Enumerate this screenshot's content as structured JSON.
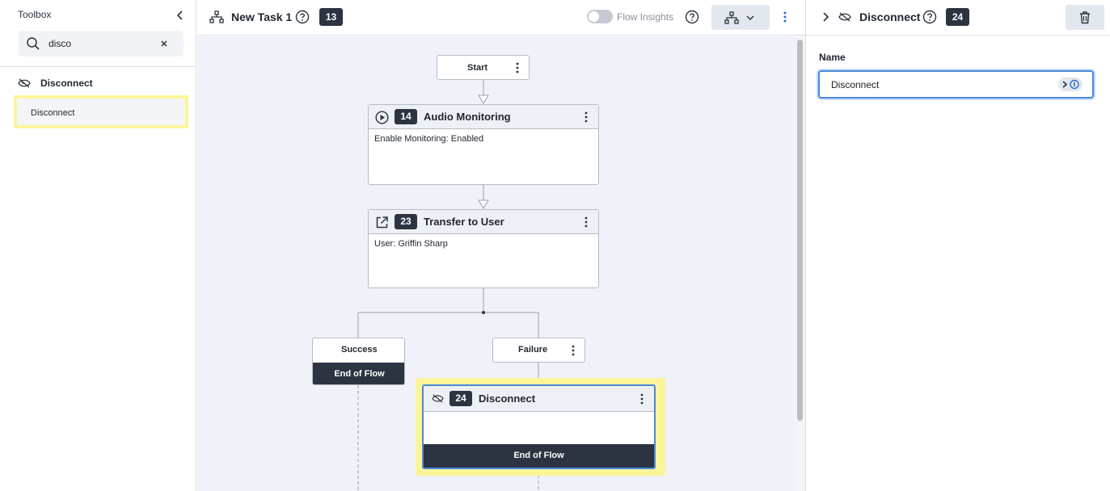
{
  "toolbox": {
    "title": "Toolbox",
    "search": {
      "value": "disco",
      "placeholder": ""
    },
    "category": "Disconnect",
    "items": [
      {
        "label": "Disconnect"
      }
    ]
  },
  "header": {
    "title": "New Task 1",
    "count": "13",
    "insights_label": "Flow Insights"
  },
  "canvas": {
    "start_label": "Start",
    "nodes": [
      {
        "number": "14",
        "title": "Audio Monitoring",
        "detail": "Enable Monitoring: Enabled"
      },
      {
        "number": "23",
        "title": "Transfer to User",
        "detail": "User: Griffin Sharp"
      },
      {
        "number": "24",
        "title": "Disconnect",
        "detail": ""
      }
    ],
    "success_label": "Success",
    "failure_label": "Failure",
    "end_of_flow": "End of Flow"
  },
  "properties": {
    "title": "Disconnect",
    "number": "24",
    "name_label": "Name",
    "name_value": "Disconnect"
  },
  "colors": {
    "highlight": "#fbf59a",
    "selected_border": "#4b8ad8",
    "dark_badge": "#2b3440",
    "canvas_bg": "#eff2f9"
  }
}
